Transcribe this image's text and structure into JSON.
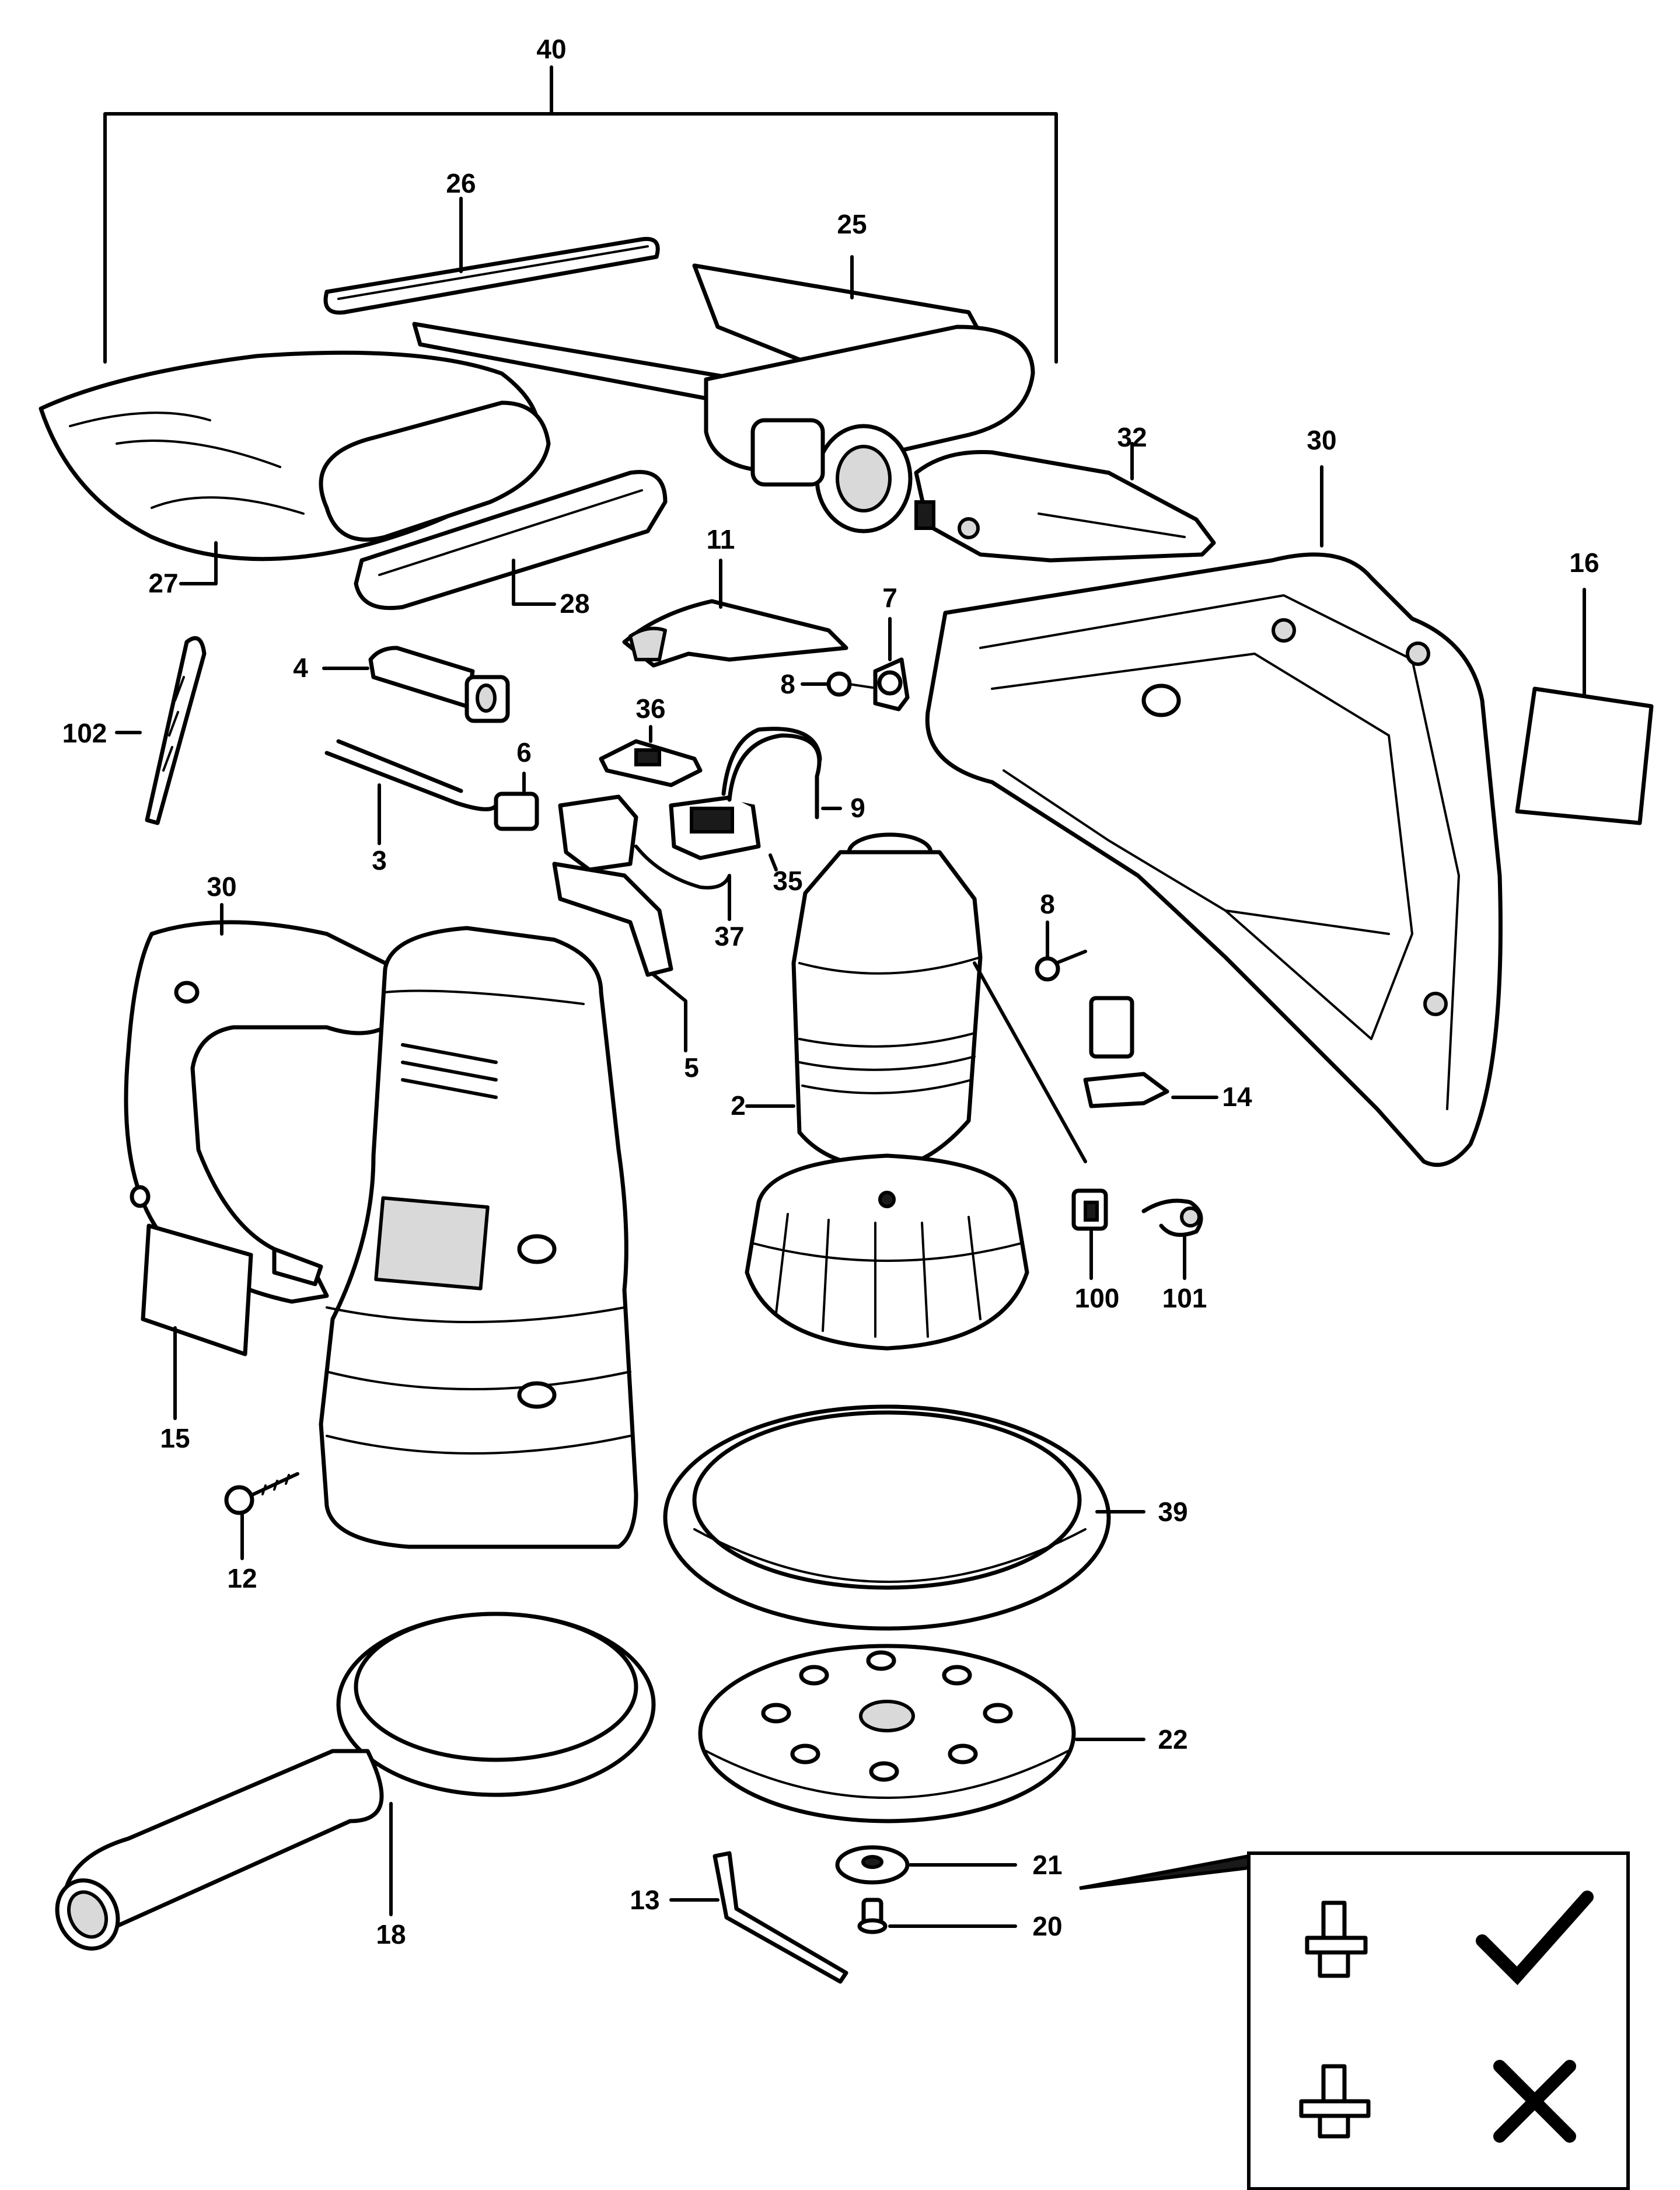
{
  "labels": {
    "p40": "40",
    "p26": "26",
    "p25": "25",
    "p32": "32",
    "p30a": "30",
    "p16": "16",
    "p27": "27",
    "p28": "28",
    "p11": "11",
    "p7": "7",
    "p8a": "8",
    "p4": "4",
    "p102": "102",
    "p36": "36",
    "p6": "6",
    "p9": "9",
    "p3": "3",
    "p35": "35",
    "p37": "37",
    "p30b": "30",
    "p5": "5",
    "p8b": "8",
    "p14": "14",
    "p2": "2",
    "p100": "100",
    "p101": "101",
    "p15": "15",
    "p39": "39",
    "p12": "12",
    "p22": "22",
    "p21": "21",
    "p13": "13",
    "p20": "20",
    "p18": "18"
  },
  "inset": {
    "correct_symbol": "check-mark",
    "incorrect_symbol": "cross-mark"
  },
  "colors": {
    "line": "#000000",
    "background": "#ffffff"
  }
}
